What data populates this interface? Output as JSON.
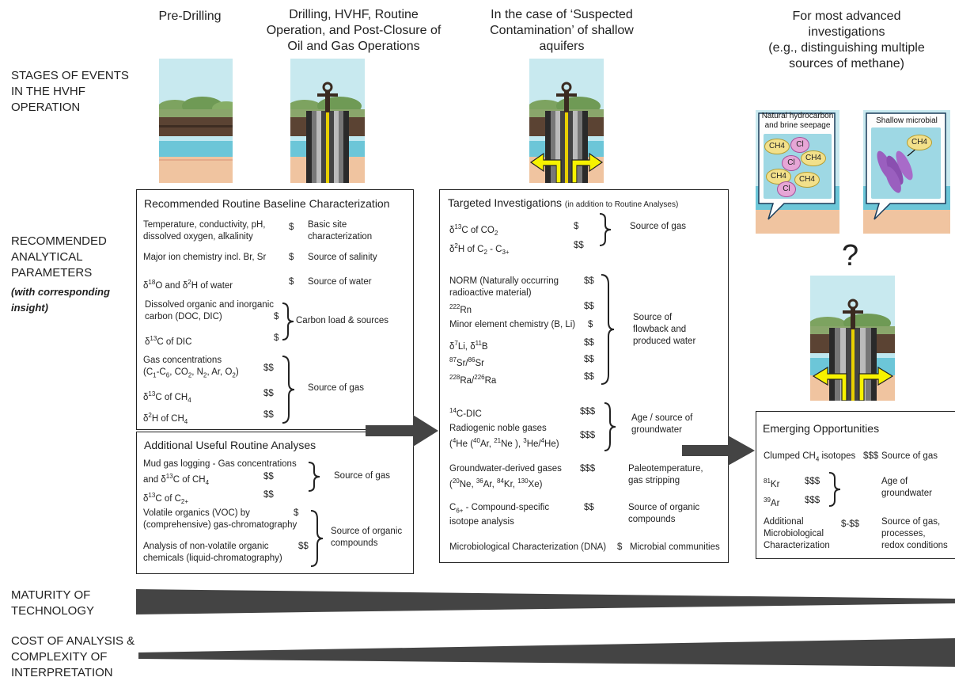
{
  "row_labels": {
    "stages": [
      "STAGES OF EVENTS",
      "IN THE HVHF",
      "OPERATION"
    ],
    "params": [
      "RECOMMENDED",
      "ANALYTICAL",
      "PARAMETERS"
    ],
    "params_note": [
      "(with corresponding",
      "insight)"
    ],
    "maturity": [
      "MATURITY OF",
      "TECHNOLOGY"
    ],
    "cost": [
      "COST OF ANALYSIS &",
      "COMPLEXITY OF",
      "INTERPRETATION"
    ]
  },
  "column_heads": {
    "pre": [
      "Pre-Drilling"
    ],
    "drilling": [
      "Drilling, HVHF, Routine",
      "Operation, and Post-Closure of",
      "Oil and Gas Operations"
    ],
    "suspected": [
      "In the case of ‘Suspected",
      "Contamination’ of shallow",
      "aquifers"
    ],
    "advanced": [
      "For most advanced",
      "investigations",
      "(e.g., distinguishing multiple",
      "sources of methane)"
    ]
  },
  "callouts": {
    "natural": [
      "Natural hydrocarbon",
      "and brine seepage"
    ],
    "microbial": [
      "Shallow microbial"
    ],
    "ch4": "CH4",
    "cl": "Cl",
    "question": "?"
  },
  "baseline": {
    "title": "Recommended Routine Baseline Characterization",
    "rows": [
      {
        "text": [
          "Temperature, conductivity, pH,",
          "dissolved oxygen, alkalinity"
        ],
        "cost": "$",
        "insight": [
          "Basic site",
          "characterization"
        ]
      },
      {
        "text": [
          "Major ion chemistry incl. Br, Sr"
        ],
        "cost": "$",
        "insight": [
          "Source of salinity"
        ]
      },
      {
        "text": [
          "δ18O and δ2H of water"
        ],
        "cost": "$",
        "insight": [
          "Source of water"
        ]
      },
      {
        "text": [
          "Dissolved organic and inorganic",
          "carbon (DOC, DIC)"
        ],
        "cost": "$",
        "insight": []
      },
      {
        "text": [
          "δ13C of  DIC"
        ],
        "cost": "$",
        "insight": []
      },
      {
        "text": [
          "Gas concentrations",
          "(C1-C6, CO2, N2, Ar, O2)"
        ],
        "cost": "$$",
        "insight": []
      },
      {
        "text": [
          "δ13C of CH4"
        ],
        "cost": "$$",
        "insight": []
      },
      {
        "text": [
          "δ2H of CH4"
        ],
        "cost": "$$",
        "insight": []
      }
    ],
    "group_insights": {
      "carbon": "Carbon load & sources",
      "gas": "Source of gas"
    }
  },
  "additional": {
    "title": "Additional Useful Routine Analyses",
    "rows": [
      {
        "text": [
          "Mud gas logging - Gas concentrations",
          "and δ13C of CH4"
        ],
        "cost": "$$"
      },
      {
        "text": [
          "δ13C of C2+"
        ],
        "cost": "$$"
      },
      {
        "text": [
          "Volatile organics (VOC) by",
          "(comprehensive) gas-chromatography"
        ],
        "cost": "$"
      },
      {
        "text": [
          "Analysis of non-volatile organic",
          "chemicals (liquid-chromatography)"
        ],
        "cost": "$$"
      }
    ],
    "group_insights": {
      "gas": "Source of gas",
      "organic": [
        "Source of organic",
        "compounds"
      ]
    }
  },
  "targeted": {
    "title": "Targeted Investigations",
    "title_note": "(in addition to Routine Analyses)",
    "rows": [
      {
        "text": [
          "δ13C of CO2"
        ],
        "cost": "$"
      },
      {
        "text": [
          "δ2H of C2 - C3+"
        ],
        "cost": "$$"
      },
      {
        "text": [
          "NORM (Naturally occurring",
          "radioactive material)"
        ],
        "cost": "$$"
      },
      {
        "text": [
          "222Rn"
        ],
        "cost": "$$"
      },
      {
        "text": [
          "Minor element chemistry (B, Li)"
        ],
        "cost": "$"
      },
      {
        "text": [
          "δ7Li, δ11B"
        ],
        "cost": "$$"
      },
      {
        "text": [
          "87Sr/86Sr"
        ],
        "cost": "$$"
      },
      {
        "text": [
          "228Ra/226Ra"
        ],
        "cost": "$$"
      },
      {
        "text": [
          "14C-DIC"
        ],
        "cost": "$$$"
      },
      {
        "text": [
          "Radiogenic noble gases",
          "(4He (40Ar, 21Ne ), 3He/4He)"
        ],
        "cost": "$$$"
      },
      {
        "text": [
          "Groundwater-derived gases",
          "(20Ne, 36Ar, 84Kr, 130Xe)"
        ],
        "cost": "$$$"
      },
      {
        "text": [
          "C6+ - Compound-specific",
          "isotope analysis"
        ],
        "cost": "$$"
      },
      {
        "text": [
          "Microbiological Characterization (DNA)"
        ],
        "cost": "$"
      }
    ],
    "group_insights": {
      "gas": "Source of gas",
      "flowback": [
        "Source of",
        "flowback and",
        "produced water"
      ],
      "age": [
        "Age / source of",
        "groundwater"
      ],
      "paleo": [
        "Paleotemperature,",
        "gas stripping"
      ],
      "organic": [
        "Source of organic",
        "compounds"
      ],
      "microbial": "Microbial communities"
    }
  },
  "emerging": {
    "title": "Emerging Opportunities",
    "rows": [
      {
        "text": [
          "Clumped CH4 isotopes"
        ],
        "cost": "$$$",
        "insight": [
          "Source of gas"
        ]
      },
      {
        "text": [
          "81Kr"
        ],
        "cost": "$$$"
      },
      {
        "text": [
          "39Ar"
        ],
        "cost": "$$$"
      },
      {
        "text": [
          "Additional",
          "Microbiological",
          "Characterization"
        ],
        "cost": "$-$$",
        "insight": [
          "Source of gas,",
          "processes,",
          "redox conditions"
        ]
      }
    ],
    "group_insights": {
      "age": [
        "Age of",
        "groundwater"
      ]
    }
  },
  "colors": {
    "sky": "#bfe3ea",
    "water": "#6cc6d8",
    "soil": "#5b4333",
    "sand": "#f0c4a0",
    "grass": "#6f9a55",
    "casing": "#2a2a2a",
    "arrow_yellow": "#f7f200",
    "bar": "#444444",
    "ch4_oval": "#f2e08a",
    "cl_oval": "#e6a6d6",
    "microbe": "#9a5fbf"
  }
}
